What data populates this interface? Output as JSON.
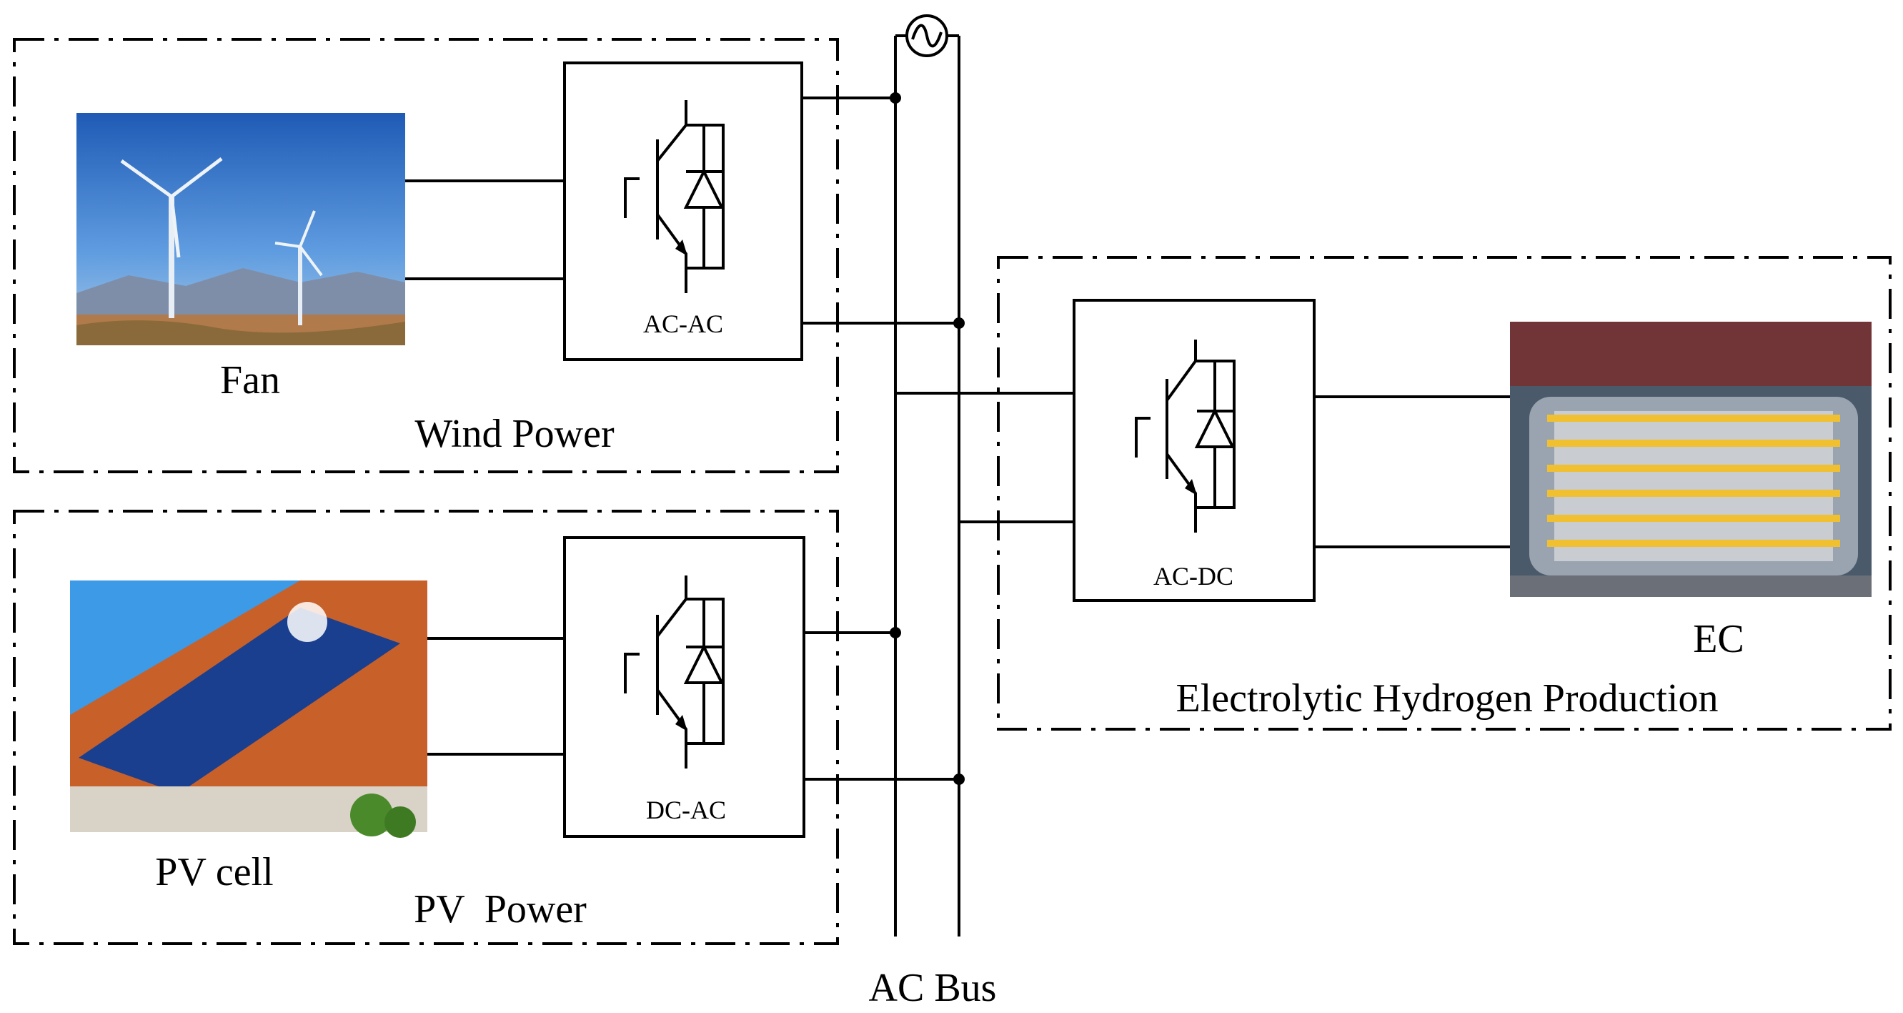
{
  "labels": {
    "fan": "Fan",
    "wind_power": "Wind Power",
    "pv_cell": "PV cell",
    "pv_power": "PV  Power",
    "ec": "EC",
    "electrolytic": "Electrolytic Hydrogen Production",
    "ac_bus": "AC Bus"
  },
  "converters": {
    "wind": "AC-AC",
    "pv": "DC-AC",
    "ec": "AC-DC"
  },
  "icons": {
    "source": "ac-source-icon",
    "switch": "igbt-diode-icon"
  }
}
